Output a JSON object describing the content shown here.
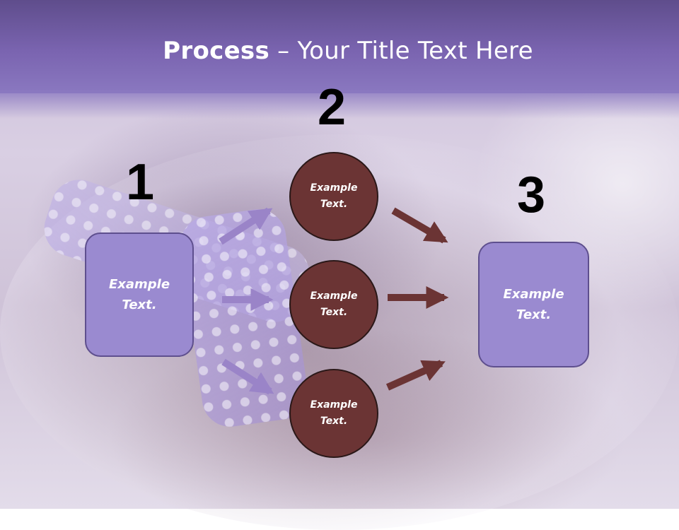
{
  "slide": {
    "title_bold": "Process",
    "title_rest": " – Your Title Text Here",
    "colors": {
      "header": "#7a64b0",
      "box": "#9a8ad0",
      "circle": "#6b3434",
      "arrow_purple": "#9a84c8",
      "arrow_brown": "#6b3434"
    }
  },
  "steps": {
    "one": {
      "number": "1",
      "label": "Example Text."
    },
    "two": {
      "number": "2",
      "items": [
        {
          "label": "Example Text."
        },
        {
          "label": "Example Text."
        },
        {
          "label": "Example Text."
        }
      ]
    },
    "three": {
      "number": "3",
      "label": "Example Text."
    }
  }
}
